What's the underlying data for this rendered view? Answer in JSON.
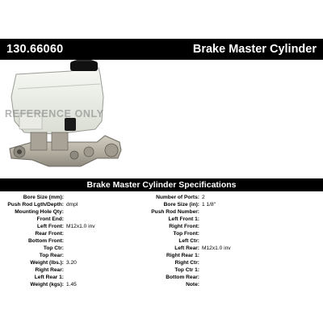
{
  "header": {
    "part_number": "130.66060",
    "product_name": "Brake Master Cylinder"
  },
  "photo": {
    "watermark": "REFERENCE ONLY",
    "colors": {
      "reservoir": "#eef0ea",
      "cap": "#111111",
      "body": "#b7b1a4"
    }
  },
  "specs": {
    "title": "Brake Master Cylinder Specifications",
    "left_column": [
      {
        "label": "Bore Size (mm):",
        "value": ""
      },
      {
        "label": "Push Rod Lgth/Depth:",
        "value": "dmpl"
      },
      {
        "label": "Mounting Hole Qty:",
        "value": ""
      },
      {
        "label": "Front End:",
        "value": ""
      },
      {
        "label": "Left Front:",
        "value": "M12x1.0 inv"
      },
      {
        "label": "Rear Front:",
        "value": ""
      },
      {
        "label": "Bottom Front:",
        "value": ""
      },
      {
        "label": "Top Ctr:",
        "value": ""
      },
      {
        "label": "Top Rear:",
        "value": ""
      },
      {
        "label": "Weight (lbs.):",
        "value": "3.20"
      },
      {
        "label": "Right Rear:",
        "value": ""
      },
      {
        "label": "Left Rear 1:",
        "value": ""
      },
      {
        "label": "Weight (kgs):",
        "value": "1.45"
      }
    ],
    "right_column": [
      {
        "label": "Number of Ports:",
        "value": "2"
      },
      {
        "label": "Bore Size (in):",
        "value": "1 1/8\""
      },
      {
        "label": "Push Rod Number:",
        "value": ""
      },
      {
        "label": "Left Front 1:",
        "value": ""
      },
      {
        "label": "Right Front:",
        "value": ""
      },
      {
        "label": "Top Front:",
        "value": ""
      },
      {
        "label": "Left Ctr:",
        "value": ""
      },
      {
        "label": "Left Rear:",
        "value": "M12x1.0 inv"
      },
      {
        "label": "Right Rear 1:",
        "value": ""
      },
      {
        "label": "Right Ctr:",
        "value": ""
      },
      {
        "label": "Top Ctr 1:",
        "value": ""
      },
      {
        "label": "Bottom Rear:",
        "value": ""
      },
      {
        "label": "Note:",
        "value": ""
      }
    ]
  }
}
